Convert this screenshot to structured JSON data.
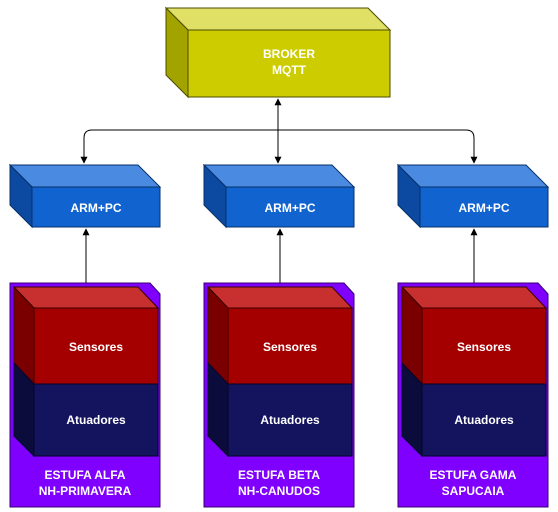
{
  "broker": {
    "line1": "BROKER",
    "line2": "MQTT"
  },
  "nodes": [
    {
      "cpu_label": "ARM+PC",
      "sensors_label": "Sensores",
      "actuators_label": "Atuadores",
      "greenhouse_line1": "ESTUFA ALFA",
      "greenhouse_line2": "NH-PRIMAVERA"
    },
    {
      "cpu_label": "ARM+PC",
      "sensors_label": "Sensores",
      "actuators_label": "Atuadores",
      "greenhouse_line1": "ESTUFA BETA",
      "greenhouse_line2": "NH-CANUDOS"
    },
    {
      "cpu_label": "ARM+PC",
      "sensors_label": "Sensores",
      "actuators_label": "Atuadores",
      "greenhouse_line1": "ESTUFA GAMA",
      "greenhouse_line2": "SAPUCAIA"
    }
  ],
  "colors": {
    "broker_front": "#cccc00",
    "broker_side": "#a3a300",
    "broker_top": "#e0e066",
    "cpu_front": "#1164d0",
    "cpu_side": "#0b4aa0",
    "cpu_top": "#4a8ae0",
    "greenhouse": "#7f00ff",
    "greenhouse_border": "#3a006f",
    "sensors_front": "#a50000",
    "sensors_side": "#7a0000",
    "sensors_top": "#c83030",
    "actuators_front": "#14145e",
    "actuators_side": "#0c0c3c",
    "connector": "#000000"
  }
}
